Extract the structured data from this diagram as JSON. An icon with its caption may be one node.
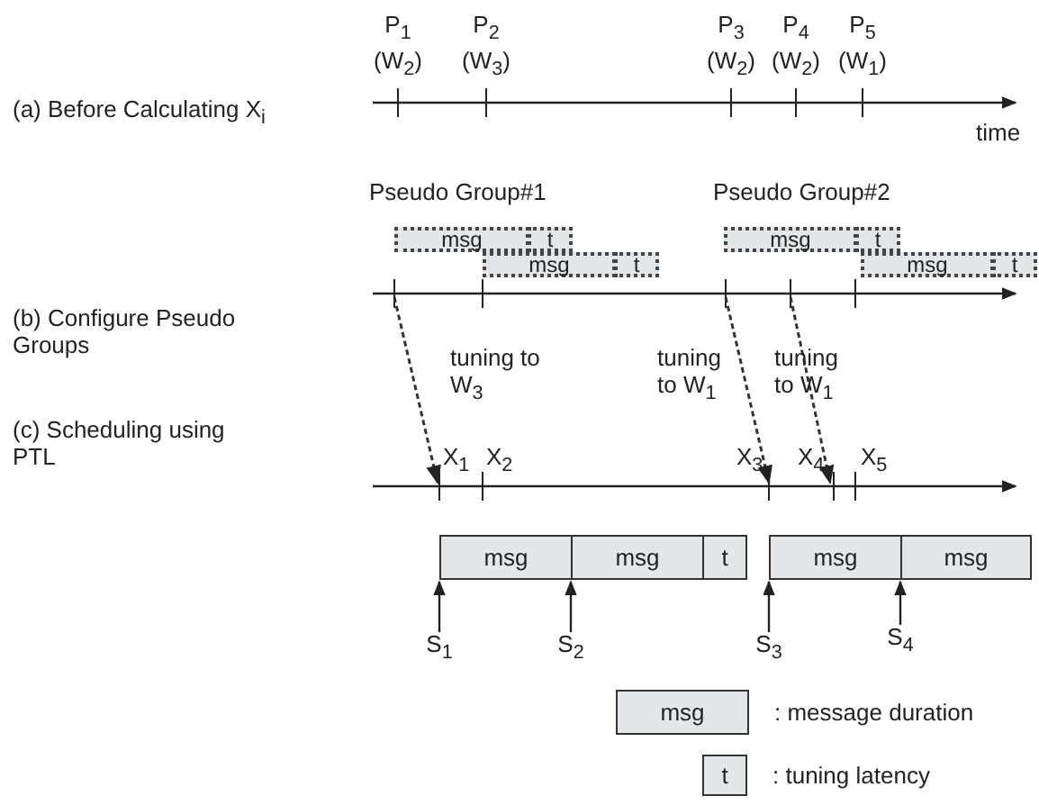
{
  "diagram": {
    "nodes": [
      {
        "text": [
          "msg"
        ]
      },
      {
        "text": [
          "t"
        ]
      },
      {
        "text": [
          "msg"
        ]
      },
      {
        "text": [
          "t"
        ]
      },
      {
        "text": [
          "msg"
        ]
      },
      {
        "text": [
          "t"
        ]
      },
      {
        "text": [
          "msg"
        ]
      },
      {
        "text": [
          "t"
        ]
      },
      {
        "text": [
          "msg"
        ]
      },
      {
        "text": [
          "msg"
        ]
      },
      {
        "text": [
          "t"
        ]
      },
      {
        "text": [
          "msg"
        ]
      },
      {
        "text": [
          "msg"
        ]
      },
      {
        "text": [
          "S$_{1}$"
        ]
      },
      {
        "text": [
          "S$_{2}$"
        ]
      },
      {
        "text": [
          "S$_{3}$"
        ]
      },
      {
        "text": [
          "S$_{4}$"
        ]
      },
      {
        "text": [
          "msg"
        ],
        "beside": [
          ": message duration"
        ]
      },
      {
        "text": [
          "t"
        ],
        "beside": [
          ": tuning latency"
        ]
      }
    ],
    "edges": [
      {
        "from": 13,
        "to": 8,
        "arrow": "to"
      },
      {
        "from": 14,
        "to": 9,
        "arrow": "to"
      },
      {
        "from": 15,
        "to": 11,
        "arrow": "to"
      },
      {
        "from": 16,
        "to": 12,
        "arrow": "to"
      }
    ],
    "labels": [
      "(a) Before Calculating X$_{i}$",
      "P$_{1}$",
      "P$_{2}$",
      "P$_{3}$",
      "P$_{4}$",
      "P$_{5}$",
      "(W$_{2}$)",
      "(W$_{3}$)",
      "(W$_{2}$)",
      "(W$_{2}$)",
      "(W$_{1}$)",
      "time",
      "Pseudo Group#1",
      "Pseudo Group#2",
      "(b) Configure Pseudo Groups",
      "tuning to W$_{3}$",
      "tuning to W$_{1}$",
      "tuning to W$_{1}$",
      "(c) Scheduling using PTL",
      "X$_{1}$",
      "X$_{2}$",
      "X$_{3}$",
      "X$_{4}$",
      "X$_{5}$"
    ]
  }
}
